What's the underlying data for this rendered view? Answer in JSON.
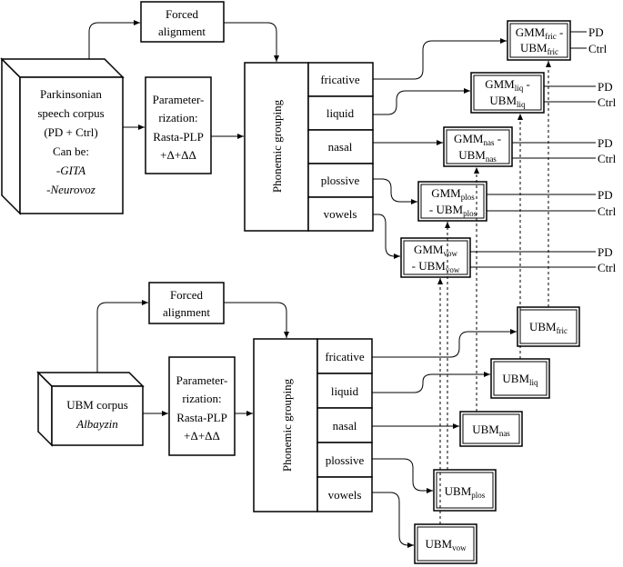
{
  "top": {
    "forced_alignment": [
      "Forced",
      "alignment"
    ],
    "corpus": [
      "Parkinsonian",
      "speech corpus",
      "(PD + Ctrl)",
      "Can be:",
      "-GITA",
      "-Neurovoz"
    ],
    "param": [
      "Parameter-",
      "rization:",
      "Rasta-PLP",
      "+Δ+ΔΔ"
    ],
    "phonemic_grouping": "Phonemic grouping",
    "groups": [
      "fricative",
      "liquid",
      "nasal",
      "plossive",
      "vowels"
    ],
    "gmm": [
      {
        "l1": "GMM",
        "s1": "fric",
        "d1": " -",
        "l2": "UBM",
        "s2": "fric"
      },
      {
        "l1": "GMM",
        "s1": "liq",
        "d1": " -",
        "l2": "UBM",
        "s2": "liq"
      },
      {
        "l1": "GMM",
        "s1": "nas",
        "d1": " -",
        "l2": "UBM",
        "s2": "nas"
      },
      {
        "l1": "GMM",
        "s1": "plos",
        "d1": "",
        "l2": "- UBM",
        "s2": "plos"
      },
      {
        "l1": "GMM",
        "s1": "vow",
        "d1": "",
        "l2": "- UBM",
        "s2": "vow"
      }
    ],
    "outputs": [
      "PD",
      "Ctrl"
    ]
  },
  "bottom": {
    "forced_alignment": [
      "Forced",
      "alignment"
    ],
    "corpus": [
      "UBM corpus",
      "Albayzin"
    ],
    "param": [
      "Parameter-",
      "rization:",
      "Rasta-PLP",
      "+Δ+ΔΔ"
    ],
    "phonemic_grouping": "Phonemic grouping",
    "groups": [
      "fricative",
      "liquid",
      "nasal",
      "plossive",
      "vowels"
    ],
    "ubm": [
      {
        "l": "UBM",
        "s": "fric"
      },
      {
        "l": "UBM",
        "s": "liq"
      },
      {
        "l": "UBM",
        "s": "nas"
      },
      {
        "l": "UBM",
        "s": "plos"
      },
      {
        "l": "UBM",
        "s": "vow"
      }
    ]
  }
}
